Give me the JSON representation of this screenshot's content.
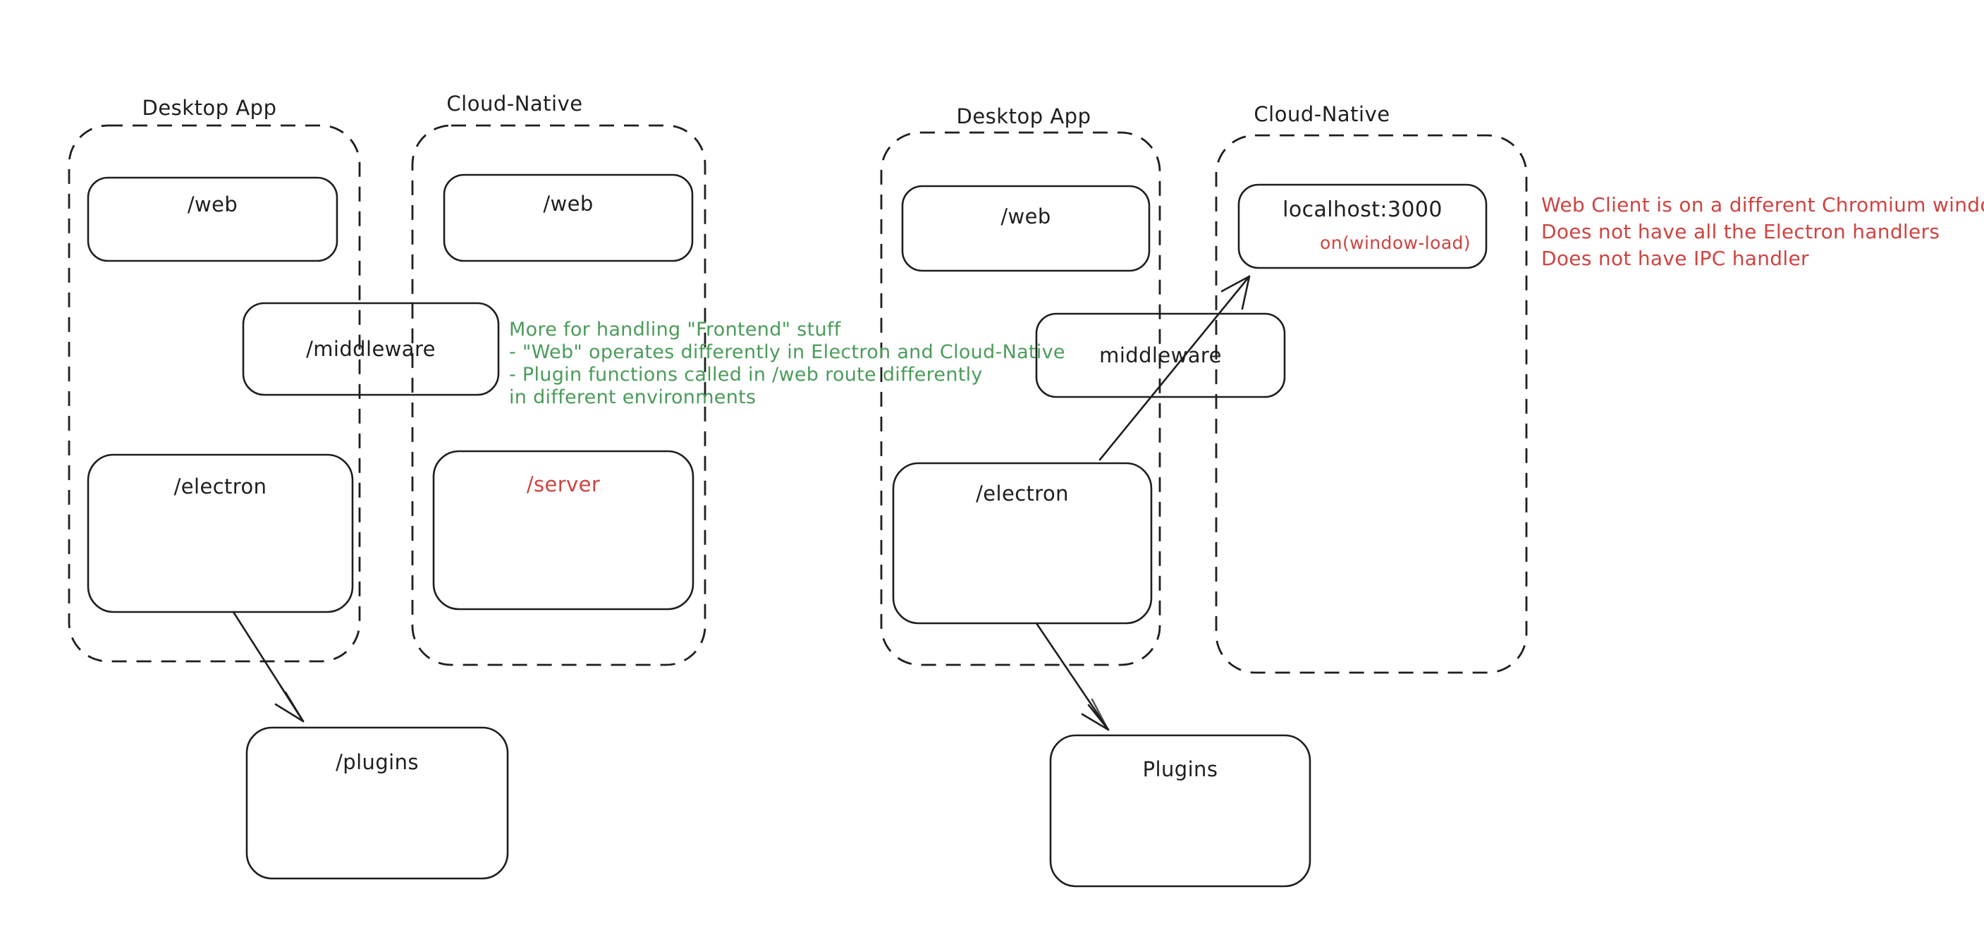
{
  "colors": {
    "stroke": "#1e1e1e",
    "green": "#4a9c59",
    "red": "#cf4340",
    "background": "#ffffff"
  },
  "left_diagram": {
    "desktop_app": {
      "title": "Desktop App",
      "web_label": "/web",
      "electron_label": "/electron"
    },
    "cloud_native": {
      "title": "Cloud-Native",
      "web_label": "/web",
      "server_label": "/server"
    },
    "middleware_label": "/middleware",
    "plugins_label": "/plugins",
    "frontend_note": {
      "lines": [
        "More for handling \"Frontend\" stuff",
        "- \"Web\" operates differently in Electron and Cloud-Native",
        "- Plugin functions called in /web route differently",
        "in different environments"
      ]
    }
  },
  "right_diagram": {
    "desktop_app": {
      "title": "Desktop App",
      "web_label": "/web",
      "electron_label": "/electron"
    },
    "cloud_native": {
      "title": "Cloud-Native",
      "localhost_label": "localhost:3000",
      "window_load_label": "on(window-load)"
    },
    "middleware_label": "middleware",
    "plugins_label": "Plugins",
    "web_client_note": {
      "lines": [
        "Web Client is on a different Chromium window",
        "Does not have all the Electron handlers",
        "Does not have IPC handler"
      ]
    }
  }
}
